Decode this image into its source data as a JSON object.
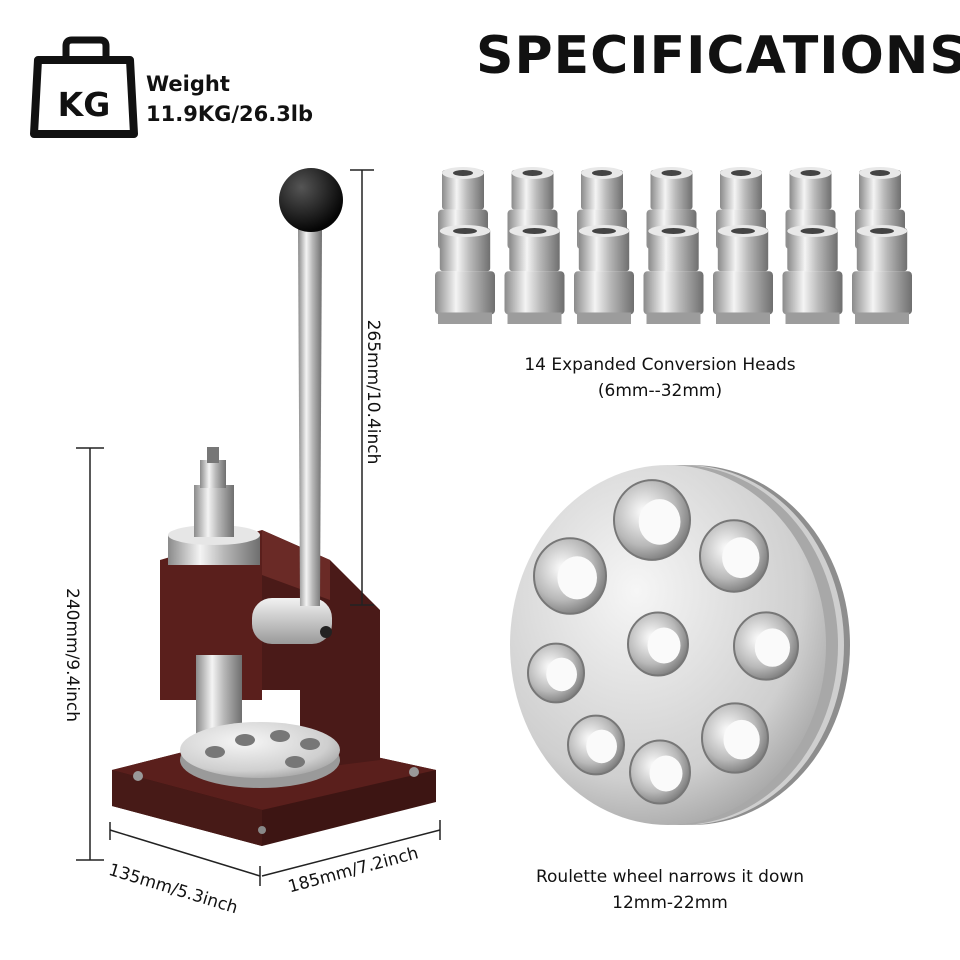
{
  "header": {
    "title": "SPECIFICATIONS",
    "weight_icon_text": "KG",
    "weight_label": "Weight",
    "weight_value": "11.9KG/26.3lb"
  },
  "heads": {
    "caption_line1": "14 Expanded Conversion Heads",
    "caption_line2": "(6mm--32mm)",
    "count": 14
  },
  "wheel": {
    "caption_line1": "Roulette wheel narrows it down",
    "caption_line2": "12mm-22mm"
  },
  "dimensions": {
    "handle_height": "265mm/10.4inch",
    "body_height": "240mm/9.4inch",
    "base_width": "135mm/5.3inch",
    "base_depth": "185mm/7.2inch"
  },
  "colors": {
    "body": "#5a1f1c",
    "metal": "#c9c9c9",
    "knob": "#111111"
  }
}
